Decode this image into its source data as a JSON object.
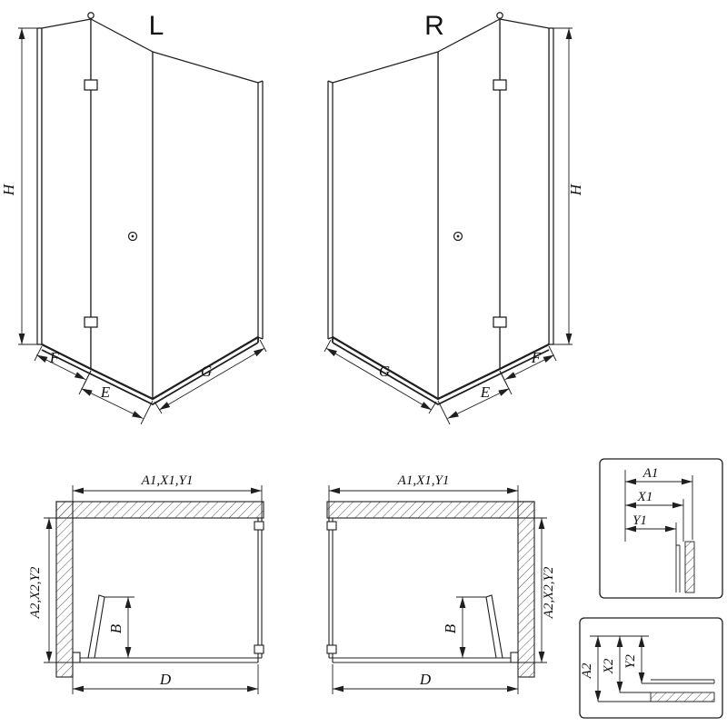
{
  "colors": {
    "background": "#ffffff",
    "line": "#1f1f1f"
  },
  "views": {
    "left_3d": {
      "title": "L",
      "height_label": "H",
      "fold_width_label": "F",
      "door_width_label": "E",
      "side_width_label": "G"
    },
    "right_3d": {
      "title": "R",
      "height_label": "H",
      "fold_width_label": "F",
      "door_width_label": "E",
      "side_width_label": "G"
    },
    "left_plan": {
      "top_dims_label": "A1,X1,Y1",
      "side_dims_label": "A2,X2,Y2",
      "door_depth_label": "B",
      "width_label": "D"
    },
    "right_plan": {
      "top_dims_label": "A1,X1,Y1",
      "side_dims_label": "A2,X2,Y2",
      "door_depth_label": "B",
      "width_label": "D"
    },
    "detail_top": {
      "a1": "A1",
      "x1": "X1",
      "y1": "Y1"
    },
    "detail_bottom": {
      "a2": "A2",
      "x2": "X2",
      "y2": "Y2"
    }
  }
}
